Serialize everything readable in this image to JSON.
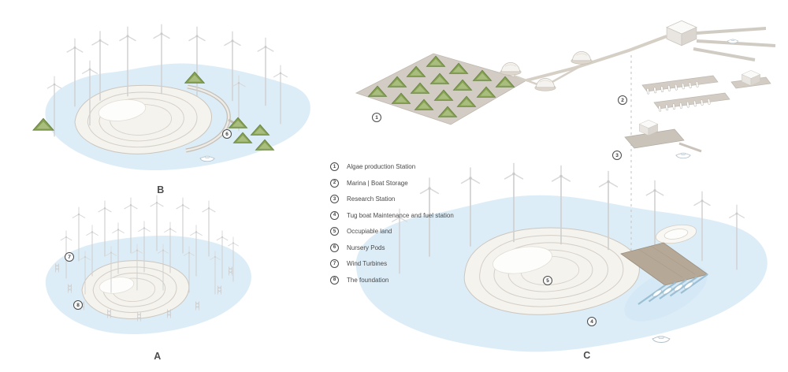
{
  "colors": {
    "water": "#ddedf7",
    "pod_green": "#86a152",
    "pod_green_dark": "#64803e",
    "pod_green_light": "#a9bd7f",
    "turbine_gray": "#d2d2d2",
    "land_fill": "#f5f3ee",
    "contour_gray": "#ccc6bd",
    "dock_brown": "#b5a897",
    "platform_gray": "#d2ccc4",
    "slip_blue": "#9bbfd4",
    "text": "#4a4a4a"
  },
  "panels": {
    "a": {
      "label": "A"
    },
    "b": {
      "label": "B"
    },
    "c": {
      "label": "C"
    }
  },
  "legend": {
    "items": [
      {
        "num": "1",
        "label": "Algae production Station"
      },
      {
        "num": "2",
        "label": "Marina | Boat Storage"
      },
      {
        "num": "3",
        "label": "Research Station"
      },
      {
        "num": "4",
        "label": "Tug boat Maintenance and fuel station"
      },
      {
        "num": "5",
        "label": "Occupiable land"
      },
      {
        "num": "6",
        "label": "Nursery Pods"
      },
      {
        "num": "7",
        "label": "Wind Turbines"
      },
      {
        "num": "8",
        "label": "The foundation"
      }
    ]
  },
  "markers": {
    "b6": "6",
    "a7": "7",
    "a8": "8",
    "c1": "1",
    "c2": "2",
    "c3": "3",
    "c4": "4",
    "c5": "5"
  }
}
